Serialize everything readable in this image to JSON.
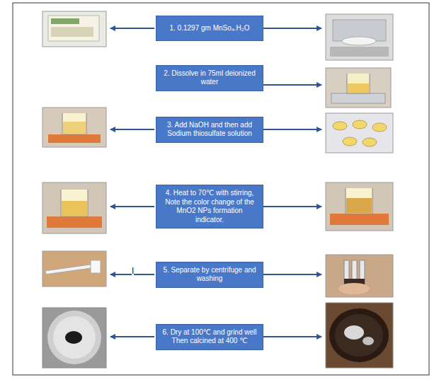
{
  "diagram": {
    "nodes": [
      {
        "text": [
          "1. 0.1297 gm MnSo₄.H₂O"
        ]
      },
      {
        "text": [
          "2. Dissolve in 75ml deionized water"
        ]
      },
      {
        "text": [
          "3. Add NaOH and then add Sodium thiosulfate solution"
        ]
      },
      {
        "text": [
          "4. Heat to 70℃ with stirring, Note the color change of the MnO2 NPs formation indicator."
        ]
      },
      {
        "text": [
          "5. Separate by centrifuge and washing"
        ]
      },
      {
        "text": [
          "6. Dry at 100℃ and grind well Then calcined at 400 ℃"
        ]
      }
    ],
    "labels": [
      "I"
    ]
  }
}
